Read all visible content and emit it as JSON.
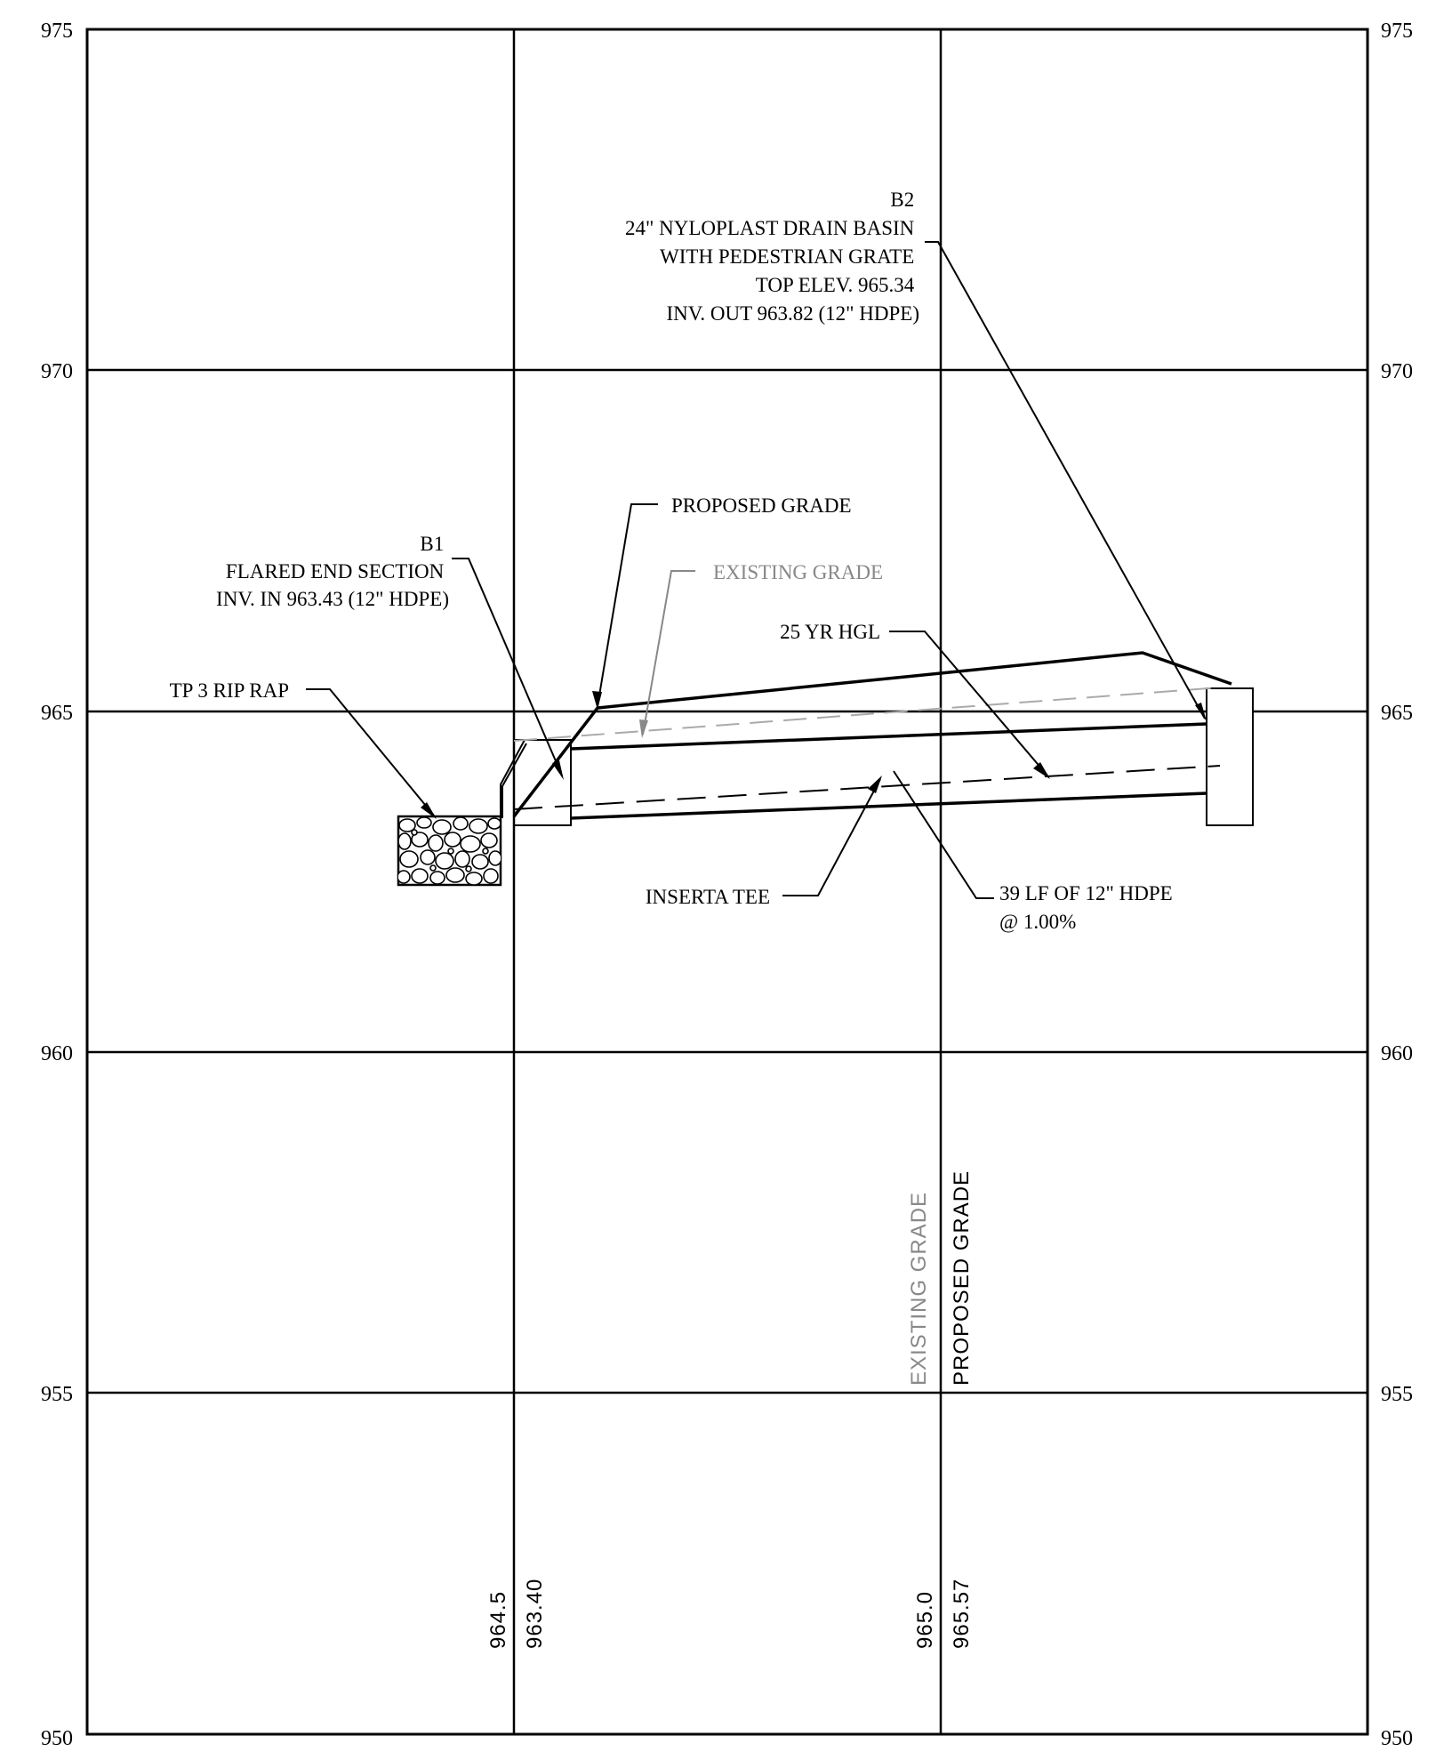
{
  "elevation_axis": {
    "ticks": [
      "975",
      "970",
      "965",
      "960",
      "955",
      "950"
    ]
  },
  "labels": {
    "b2": {
      "lines": [
        "B2",
        "24\" NYLOPLAST DRAIN BASIN",
        "WITH PEDESTRIAN GRATE",
        "TOP ELEV. 965.34",
        "INV. OUT 963.82 (12\" HDPE)"
      ]
    },
    "b1": {
      "lines": [
        "B1",
        "FLARED END SECTION",
        "INV. IN 963.43 (12\" HDPE)"
      ]
    },
    "proposed_grade": "PROPOSED GRADE",
    "existing_grade": "EXISTING GRADE",
    "hgl": "25 YR HGL",
    "rip_rap": "TP 3 RIP RAP",
    "inserta_tee": "INSERTA TEE",
    "pipe": {
      "lines": [
        "39 LF OF 12\" HDPE",
        "@ 1.00%"
      ]
    }
  },
  "station_columns": {
    "legend_existing": "EXISTING GRADE",
    "legend_proposed": "PROPOSED GRADE",
    "col1": {
      "existing": "964.5",
      "proposed": "963.40"
    },
    "col2": {
      "existing": "965.0",
      "proposed": "965.57"
    }
  },
  "colors": {
    "line": "#000000",
    "existing": "#888888",
    "existing_dash": "#aaaaaa"
  }
}
